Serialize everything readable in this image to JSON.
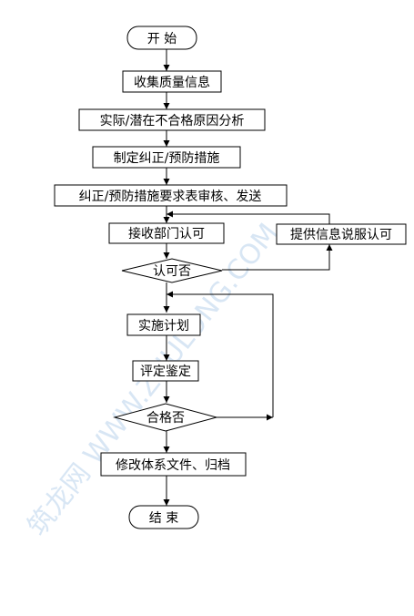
{
  "flowchart": {
    "start": "开 始",
    "collect": "收集质量信息",
    "analyze": "实际/潜在不合格原因分析",
    "develop": "制定纠正/预防措施",
    "submit": "纠正/预防措施要求表审核、发送",
    "approve": "接收部门认可",
    "persuade": "提供信息说服认可",
    "decision_approve": "认可否",
    "implement": "实施计划",
    "evaluate": "评定鉴定",
    "decision_pass": "合格否",
    "modify": "修改体系文件、归档",
    "end": "结 束"
  },
  "watermark": "筑龙网 WWW.ZHULONG.COM",
  "colors": {
    "line": "#000000",
    "watermark": "#cfe0f2"
  }
}
